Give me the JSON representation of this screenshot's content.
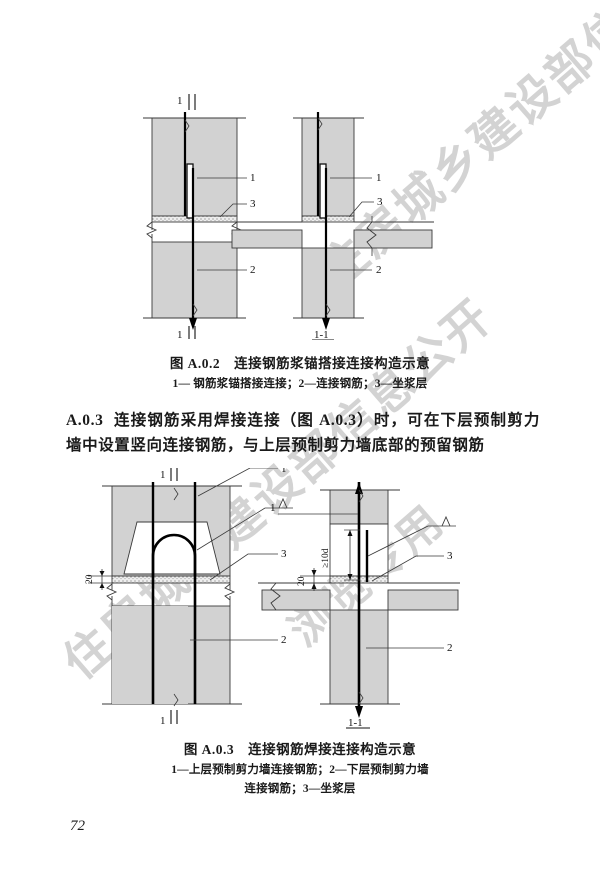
{
  "document": {
    "page_number": "72",
    "watermark_lines": [
      "住房城乡建设部信息公开",
      "浏览专用"
    ]
  },
  "figure_a02": {
    "caption": "图 A.0.2　连接钢筋浆锚搭接连接构造示意",
    "legend": "1— 钢筋浆锚搭接连接；2—连接钢筋；3—坐浆层",
    "section_mark_top": "1",
    "section_mark_bottom": "1",
    "section_view_title": "1-1",
    "callouts": [
      "1",
      "3",
      "2"
    ]
  },
  "clause_a03": {
    "number": "A.0.3",
    "text": "连接钢筋采用焊接连接（图 A.0.3）时，可在下层预制剪力墙中设置竖向连接钢筋，与上层预制剪力墙底部的预留钢筋"
  },
  "figure_a03": {
    "caption": "图 A.0.3　连接钢筋焊接连接构造示意",
    "legend_line1": "1—上层预制剪力墙连接钢筋；2—下层预制剪力墙",
    "legend_line2": "连接钢筋；3—坐浆层",
    "section_mark_top": "1",
    "section_mark_bottom": "1",
    "section_view_title": "1-1",
    "callouts": [
      "1",
      "3",
      "2"
    ],
    "dim_mortar_thickness": "20",
    "dim_weld_length": "≥10d"
  },
  "colors": {
    "concrete_fill": "#d2d2d2",
    "mortar_fill": "#e9e9e9",
    "line": "#3a3a3a",
    "rebar": "#000000",
    "watermark": "#b9b9b9"
  }
}
